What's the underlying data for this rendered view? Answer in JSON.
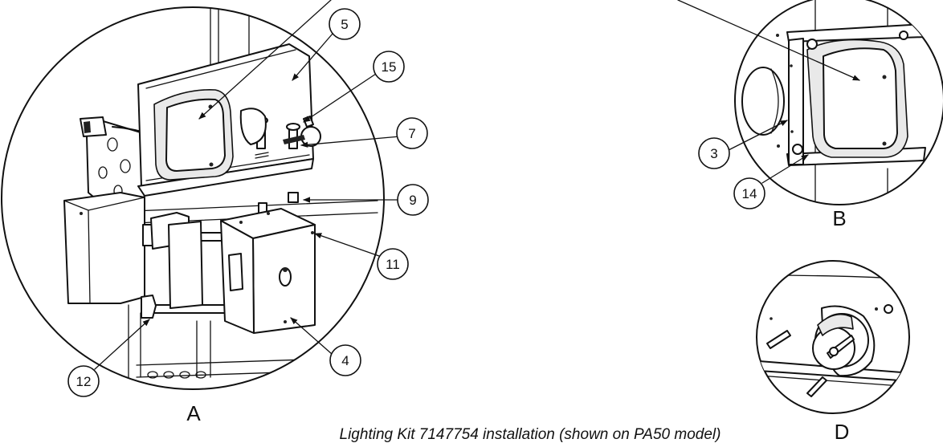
{
  "caption": "Lighting Kit 7147754 installation (shown on PA50 model)",
  "views": {
    "a": "A",
    "b": "B",
    "d": "D"
  },
  "callouts": {
    "c5": "5",
    "c15": "15",
    "c7": "7",
    "c9": "9",
    "c11": "11",
    "c4": "4",
    "c12": "12",
    "c3": "3",
    "c14": "14"
  }
}
